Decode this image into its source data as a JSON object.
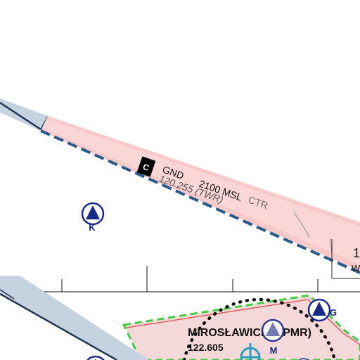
{
  "map": {
    "airspace_label": {
      "class": "C",
      "lower_limit": "GND",
      "upper_limit": "2100 MSL",
      "frequency": "120.255 (TWR)",
      "partial_text": "CTR",
      "box_partial_digit": "1",
      "box_partial_letter": "W"
    },
    "reporting_points": [
      {
        "letter": "K",
        "type": "visual-reporting-point"
      },
      {
        "letter": "G",
        "type": "visual-reporting-point"
      },
      {
        "letter": "M",
        "type": "visual-reporting-point"
      }
    ],
    "airport": {
      "name": "MIROSŁAWICE (EPMR)",
      "frequency": "122.605"
    },
    "colors": {
      "ctr_fill": "#f8c9c9",
      "ctr_boundary": "#2a5a8a",
      "route_fill": "#c5d2e0",
      "route_stroke": "#1f3550",
      "atz_border": "#44cc44",
      "point_blue": "#1a2a8a",
      "airport_teal": "#2a9ec0",
      "dotted_circle": "#111111"
    }
  }
}
